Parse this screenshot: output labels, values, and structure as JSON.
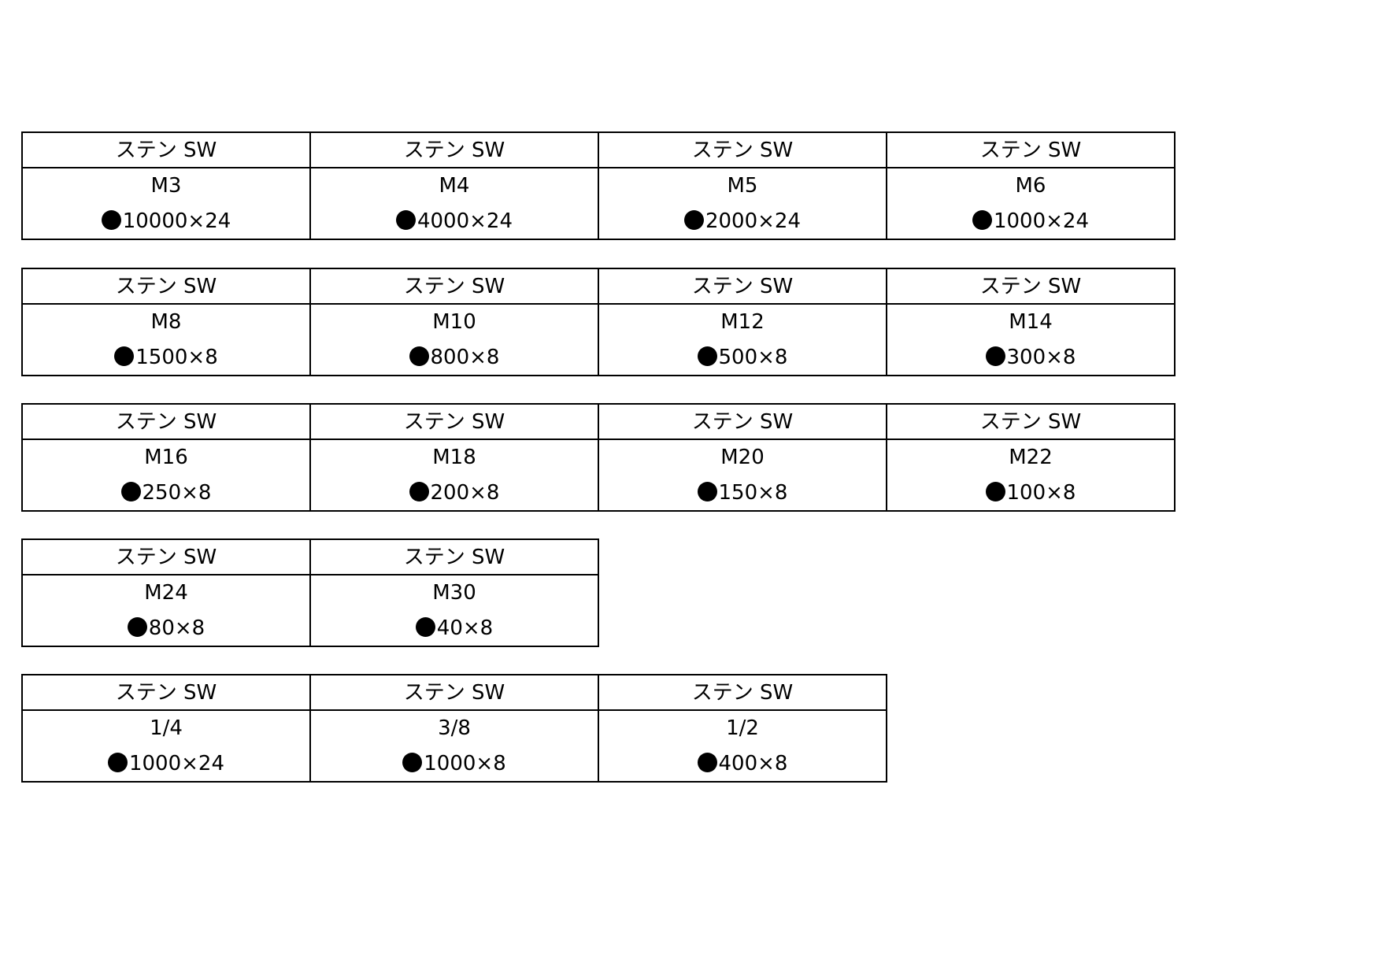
{
  "groups": [
    {
      "cards": [
        {
          "header": "ステン SW",
          "size": "M3",
          "quantity": "10000×24"
        },
        {
          "header": "ステン SW",
          "size": "M4",
          "quantity": "4000×24"
        },
        {
          "header": "ステン SW",
          "size": "M5",
          "quantity": "2000×24"
        },
        {
          "header": "ステン SW",
          "size": "M6",
          "quantity": "1000×24"
        }
      ]
    },
    {
      "cards": [
        {
          "header": "ステン SW",
          "size": "M8",
          "quantity": "1500×8"
        },
        {
          "header": "ステン SW",
          "size": "M10",
          "quantity": "800×8"
        },
        {
          "header": "ステン SW",
          "size": "M12",
          "quantity": "500×8"
        },
        {
          "header": "ステン SW",
          "size": "M14",
          "quantity": "300×8"
        }
      ]
    },
    {
      "cards": [
        {
          "header": "ステン SW",
          "size": "M16",
          "quantity": "250×8"
        },
        {
          "header": "ステン SW",
          "size": "M18",
          "quantity": "200×8"
        },
        {
          "header": "ステン SW",
          "size": "M20",
          "quantity": "150×8"
        },
        {
          "header": "ステン SW",
          "size": "M22",
          "quantity": "100×8"
        }
      ]
    },
    {
      "cards": [
        {
          "header": "ステン SW",
          "size": "M24",
          "quantity": "80×8"
        },
        {
          "header": "ステン SW",
          "size": "M30",
          "quantity": "40×8"
        }
      ]
    },
    {
      "cards": [
        {
          "header": "ステン SW",
          "size": "1/4",
          "quantity": "1000×24"
        },
        {
          "header": "ステン SW",
          "size": "3/8",
          "quantity": "1000×8"
        },
        {
          "header": "ステン SW",
          "size": "1/2",
          "quantity": "400×8"
        }
      ]
    }
  ],
  "icons": {
    "bullet": "black-circle-icon"
  }
}
